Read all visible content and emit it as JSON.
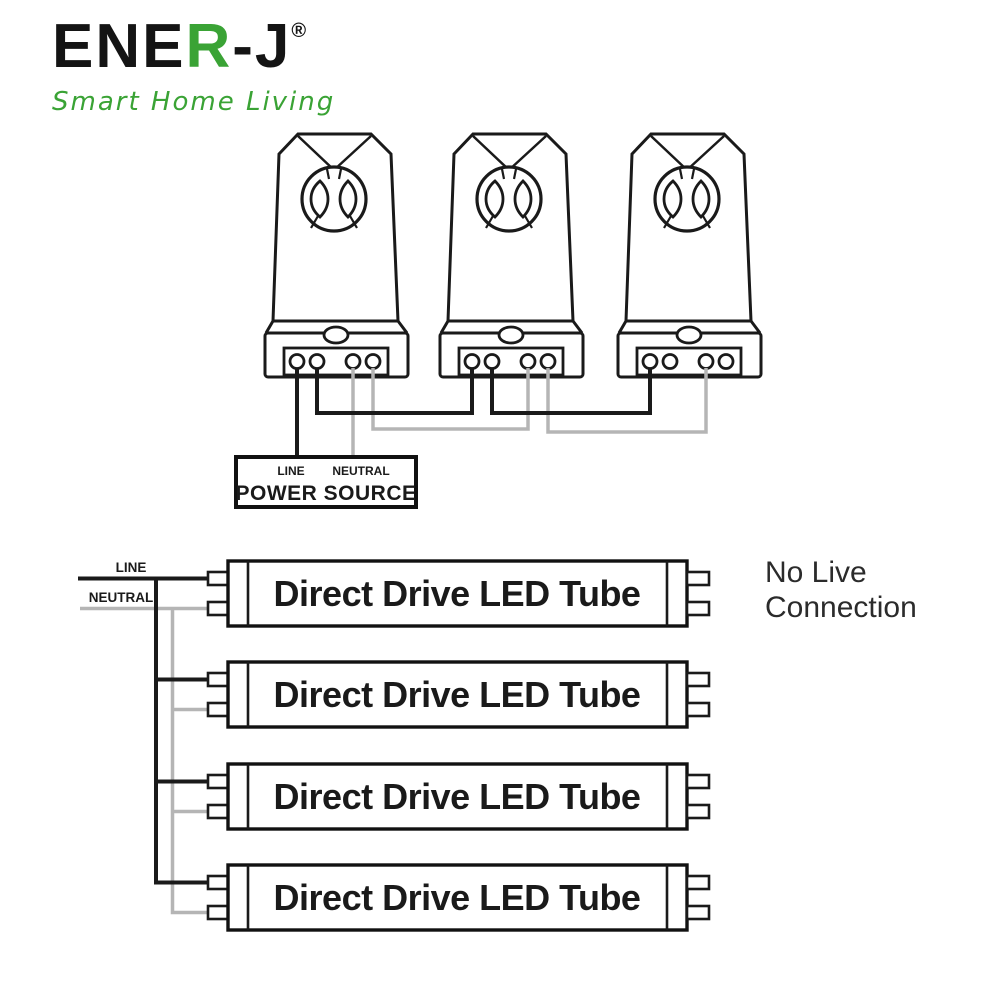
{
  "brand": {
    "name_pre": "ENE",
    "name_accent": "R",
    "name_post": "-J",
    "registered": "®",
    "tagline": "Smart Home Living",
    "accent_color": "#3aa335",
    "text_color": "#141414"
  },
  "colors": {
    "outline": "#1a1a1a",
    "line_wire": "#1a1a1a",
    "neutral_wire": "#b5b5b5"
  },
  "top_diagram": {
    "lampholder_count": 3,
    "power_source": {
      "line_label": "LINE",
      "neutral_label": "NEUTRAL",
      "title": "POWER SOURCE"
    }
  },
  "bottom_diagram": {
    "feed": {
      "line_label": "LINE",
      "neutral_label": "NEUTRAL"
    },
    "tubes": [
      {
        "label": "Direct Drive LED Tube"
      },
      {
        "label": "Direct Drive LED Tube"
      },
      {
        "label": "Direct Drive LED Tube"
      },
      {
        "label": "Direct Drive LED Tube"
      }
    ],
    "note": {
      "line1": "No Live",
      "line2": "Connection"
    }
  }
}
